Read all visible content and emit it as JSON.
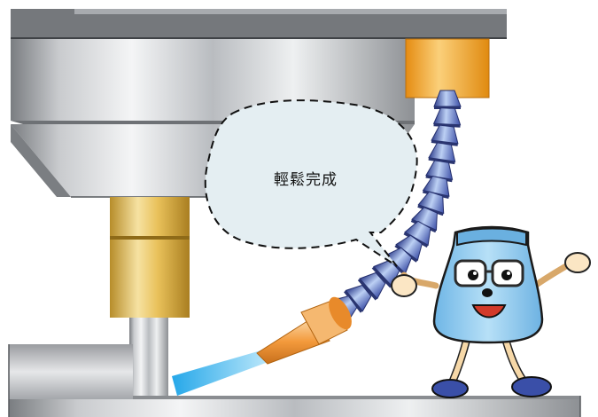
{
  "speech_bubble": {
    "text": "輕鬆完成"
  },
  "colors": {
    "steel_dark": "#6b6e72",
    "steel_light": "#f2f3f4",
    "brass": "#e2b94a",
    "orange_block": "#f0a22a",
    "hose_blue": "#5a72c4",
    "nozzle_orange": "#f39a3c",
    "spray_blue": "#35b6ea",
    "mascot_body": "#8ec9ee",
    "mascot_shoe": "#3a4fa8",
    "bubble_fill": "#e4eef2"
  },
  "icons": [
    "mold-press",
    "cooling-hose",
    "nozzle",
    "mascot-character",
    "speech-bubble"
  ]
}
